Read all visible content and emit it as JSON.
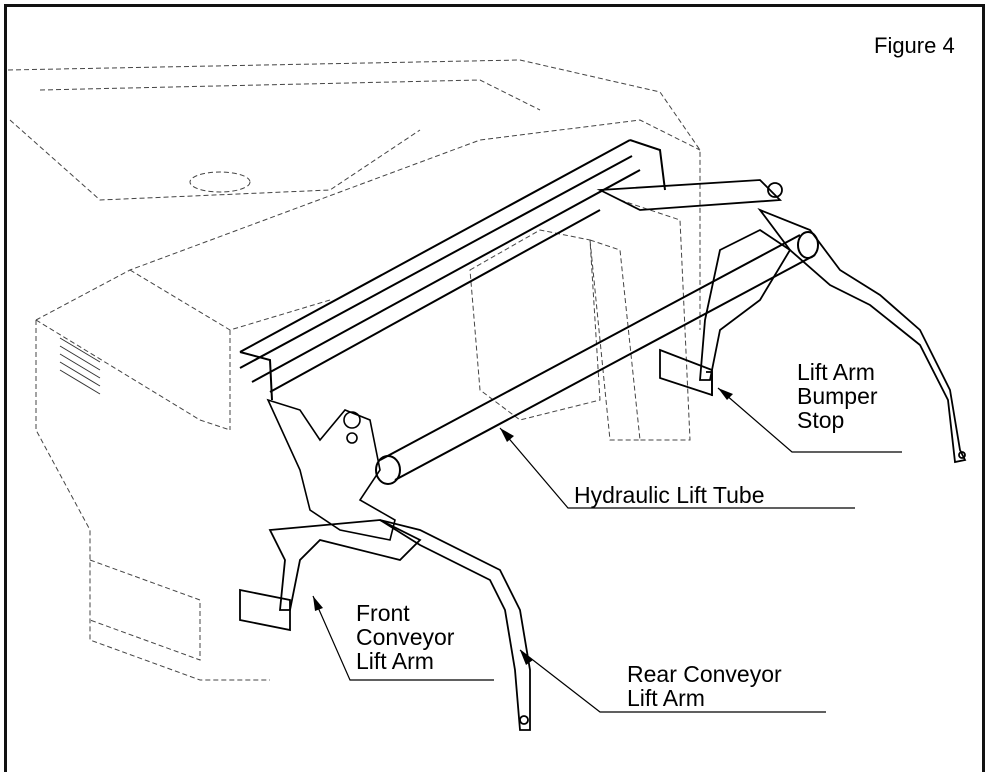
{
  "figure_label": "Figure 4",
  "callouts": {
    "lift_arm_bumper_stop": [
      "Lift Arm",
      "Bumper",
      "Stop"
    ],
    "hydraulic_lift_tube": "Hydraulic Lift Tube",
    "front_conveyor_lift_arm": [
      "Front",
      "Conveyor",
      "Lift Arm"
    ],
    "rear_conveyor_lift_arm": [
      "Rear Conveyor",
      "Lift Arm"
    ]
  }
}
